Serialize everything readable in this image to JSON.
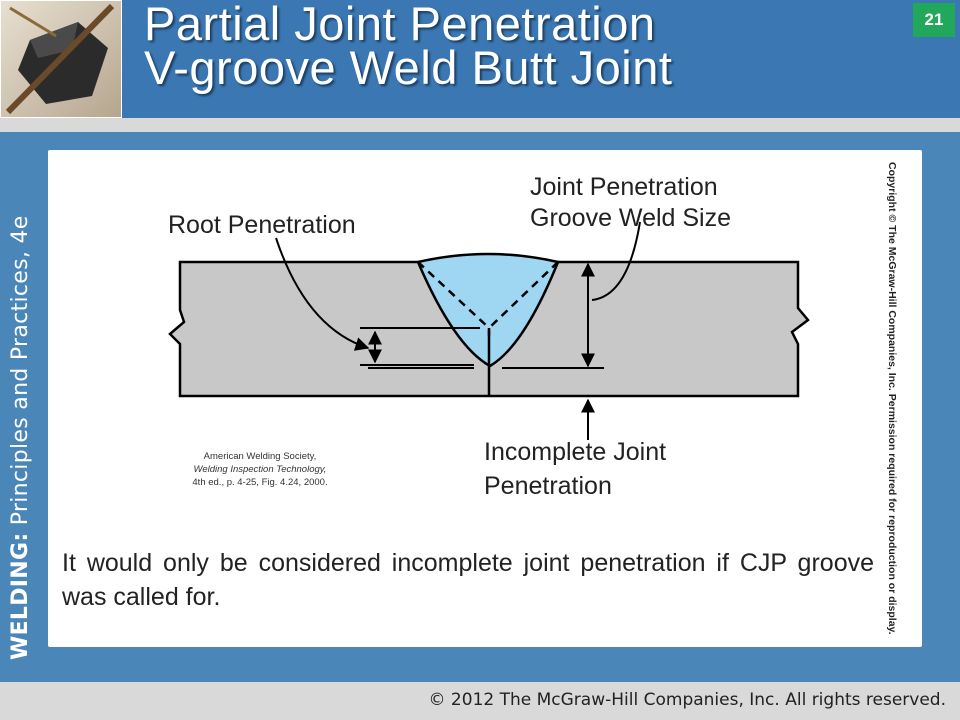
{
  "slide": {
    "title_line1": "Partial Joint Penetration",
    "title_line2": "V-groove Weld Butt Joint",
    "number": "21"
  },
  "brand": {
    "bold": "WELDING:",
    "rest": " Principles and Practices, 4e"
  },
  "diagram": {
    "label_root_penetration": "Root Penetration",
    "label_jp_line1": "Joint Penetration",
    "label_jp_line2": "Groove Weld Size",
    "label_ijp_line1": "Incomplete Joint",
    "label_ijp_line2": "Penetration",
    "citation_line1": "American Welding Society,",
    "citation_line2": "Welding Inspection Technology,",
    "citation_line3": "4th ed., p. 4-25, Fig. 4.24, 2000.",
    "plate_color": "#c8c8c8",
    "weld_color": "#9fd6f2"
  },
  "body_text": "It would only be considered incomplete joint penetration if CJP groove was called for.",
  "copyright_vertical": "Copyright © The McGraw-Hill Companies, Inc. Permission required for reproduction or display.",
  "footer": {
    "text": "© 2012 The McGraw-Hill Companies, Inc. All rights reserved."
  }
}
